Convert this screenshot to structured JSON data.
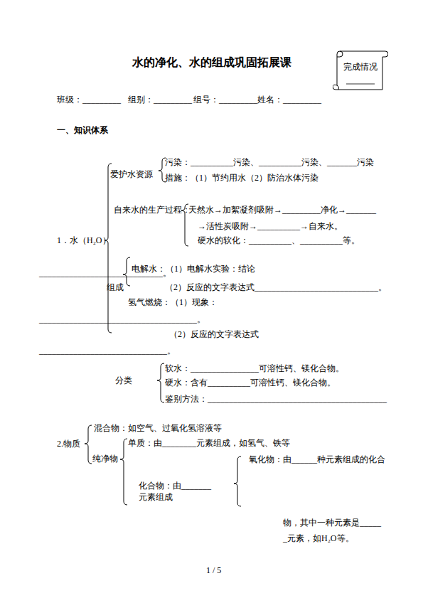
{
  "diagram": {
    "title": "水的净化、水的组成巩固拓展课",
    "nodes": [
      {
        "text": [
          "完成情况"
        ]
      }
    ],
    "labels": [
      "班级：_________",
      "组别：_________",
      "组号：_________",
      "姓名：_________",
      "一、知识体系",
      "污染：__________污染、__________污染、_______污染",
      "爱护水资源",
      "措施：（1）节约用水（2）防治水体污染",
      "自来水的生产过程：",
      "天然水→加絮凝剂吸附→_________净化→_______",
      "→活性炭吸附→__________→自来水。",
      "硬水的软化：__________、__________等。",
      "1．水（H₂O）",
      "电解水：（1）电解水实验：结论",
      "_____________________________。",
      "组成",
      "（2）反应的文字表达式_____________________________。",
      "氢气燃烧：（1）现象：",
      "_____________________________________。",
      "（2）反应的文字表达式",
      "______________________________。",
      "软水：________________可溶性钙、镁化合物。",
      "分类",
      "硬水：含有__________可溶性钙、镁化合物。",
      "鉴别方法：__________________________________________",
      "混合物：如空气、过氧化氢溶液等",
      "2.物质",
      "单质：由________元素组成，如氢气、铁等",
      "纯净物",
      "氧化物：由______种元素组成的化合",
      "化合物：由_______ 元素组成",
      "物，其中一种元素是_____",
      "_元素，如H₂O等。",
      "1 / 5"
    ]
  }
}
